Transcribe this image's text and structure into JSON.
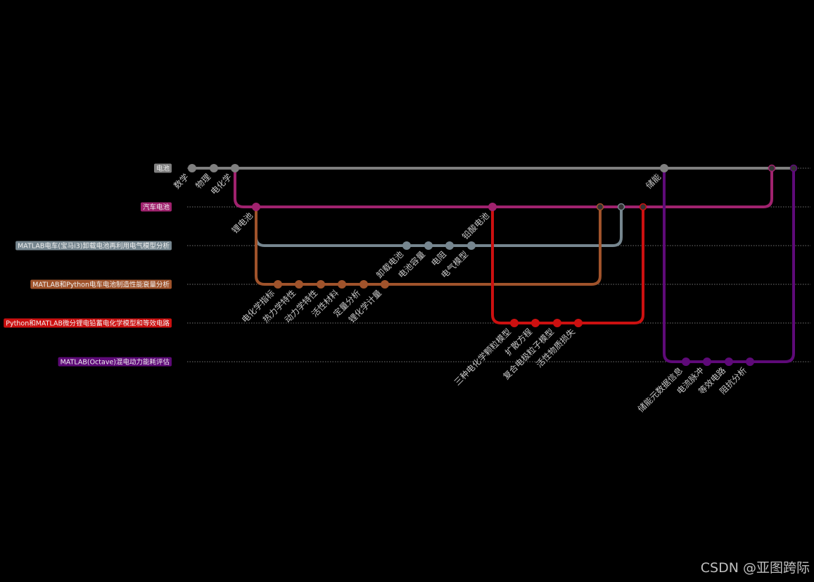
{
  "diagram": {
    "lines": [
      {
        "id": "battery",
        "label": "电池",
        "color": "#7f7f7f"
      },
      {
        "id": "car",
        "label": "汽车电池",
        "color": "#a0226e"
      },
      {
        "id": "bmw",
        "label": "MATLAB电车(宝马i3)卸载电池再利用电气模型分析",
        "color": "#76868f"
      },
      {
        "id": "pymat",
        "label": "MATLAB和Python电车电池制造性能衰量分析",
        "color": "#a0532b"
      },
      {
        "id": "lead",
        "label": "Python和MATLAB微分锂电铅蓄电化学模型和等效电路",
        "color": "#cc1010"
      },
      {
        "id": "octave",
        "label": "MATLAB(Octave)混电动力能耗评估",
        "color": "#5e0a78"
      }
    ],
    "stations": [
      {
        "line": "battery",
        "label": "数学"
      },
      {
        "line": "battery",
        "label": "物理"
      },
      {
        "line": "battery",
        "label": "电化学"
      },
      {
        "line": "battery",
        "label": "储能"
      },
      {
        "line": "car",
        "label": "锂电池"
      },
      {
        "line": "car",
        "label": "铅酸电池"
      },
      {
        "line": "bmw",
        "label": "卸载电池"
      },
      {
        "line": "bmw",
        "label": "电池容量"
      },
      {
        "line": "bmw",
        "label": "电阻"
      },
      {
        "line": "bmw",
        "label": "电气模型"
      },
      {
        "line": "pymat",
        "label": "电化学指标"
      },
      {
        "line": "pymat",
        "label": "热力学特性"
      },
      {
        "line": "pymat",
        "label": "动力学特性"
      },
      {
        "line": "pymat",
        "label": "活性材料"
      },
      {
        "line": "pymat",
        "label": "定量分析"
      },
      {
        "line": "pymat",
        "label": "锂化学计量"
      },
      {
        "line": "lead",
        "label": "三种电化学颗粒模型"
      },
      {
        "line": "lead",
        "label": "扩散方程"
      },
      {
        "line": "lead",
        "label": "复合电极粒子模型"
      },
      {
        "line": "lead",
        "label": "活性物质损失"
      },
      {
        "line": "octave",
        "label": "储能元数据信息"
      },
      {
        "line": "octave",
        "label": "电流脉冲"
      },
      {
        "line": "octave",
        "label": "等效电路"
      },
      {
        "line": "octave",
        "label": "阻抗分析"
      }
    ]
  },
  "footer": {
    "watermark": "CSDN @亚图跨际"
  }
}
